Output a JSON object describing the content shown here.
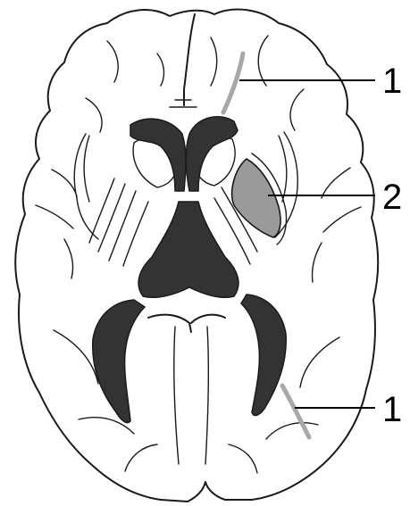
{
  "labels": [
    {
      "id": "label-1-top",
      "text": "1"
    },
    {
      "id": "label-2",
      "text": "2"
    },
    {
      "id": "label-1-bottom",
      "text": "1"
    }
  ],
  "colors": {
    "outline": "#1a1a1a",
    "ventricle": "#333333",
    "highlight_band": "#a8a8a8",
    "highlight_fill": "#9a9a9a"
  }
}
